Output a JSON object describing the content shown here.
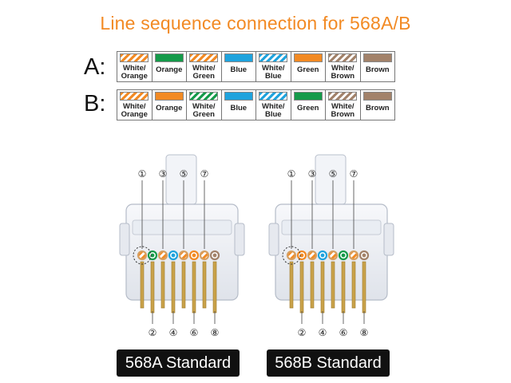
{
  "title": "Line sequence connection for 568A/B",
  "row_a": {
    "label": "A:",
    "pins": [
      {
        "name": "White/ Orange",
        "color": "#f28a24",
        "striped": true
      },
      {
        "name": "Orange",
        "color": "#159a4a",
        "striped": false
      },
      {
        "name": "White/ Green",
        "color": "#f28a24",
        "striped": true
      },
      {
        "name": "Blue",
        "color": "#1fa3dd",
        "striped": false
      },
      {
        "name": "White/ Blue",
        "color": "#1fa3dd",
        "striped": true
      },
      {
        "name": "Green",
        "color": "#f28a24",
        "striped": false
      },
      {
        "name": "White/ Brown",
        "color": "#a2826a",
        "striped": true
      },
      {
        "name": "Brown",
        "color": "#a2826a",
        "striped": false
      }
    ]
  },
  "row_b": {
    "label": "B:",
    "pins": [
      {
        "name": "White/ Orange",
        "color": "#f28a24",
        "striped": true
      },
      {
        "name": "Orange",
        "color": "#f28a24",
        "striped": false
      },
      {
        "name": "White/ Green",
        "color": "#159a4a",
        "striped": true
      },
      {
        "name": "Blue",
        "color": "#1fa3dd",
        "striped": false
      },
      {
        "name": "White/ Blue",
        "color": "#1fa3dd",
        "striped": true
      },
      {
        "name": "Green",
        "color": "#159a4a",
        "striped": false
      },
      {
        "name": "White/ Brown",
        "color": "#a2826a",
        "striped": true
      },
      {
        "name": "Brown",
        "color": "#a2826a",
        "striped": false
      }
    ]
  },
  "connector_a": {
    "top_numbers": [
      "①",
      "③",
      "⑤",
      "⑦"
    ],
    "bottom_numbers": [
      "②",
      "④",
      "⑥",
      "⑧"
    ],
    "wire_colors": [
      "#ffffff",
      "#159a4a",
      "#ffffff",
      "#1fa3dd",
      "#ffffff",
      "#f28a24",
      "#ffffff",
      "#a2826a"
    ],
    "standard": "568A Standard"
  },
  "connector_b": {
    "top_numbers": [
      "①",
      "③",
      "⑤",
      "⑦"
    ],
    "bottom_numbers": [
      "②",
      "④",
      "⑥",
      "⑧"
    ],
    "wire_colors": [
      "#ffffff",
      "#f28a24",
      "#ffffff",
      "#1fa3dd",
      "#ffffff",
      "#159a4a",
      "#ffffff",
      "#a2826a"
    ],
    "standard": "568B Standard"
  },
  "colors": {
    "accent": "#f28a24",
    "gold": "#c9a24a"
  }
}
